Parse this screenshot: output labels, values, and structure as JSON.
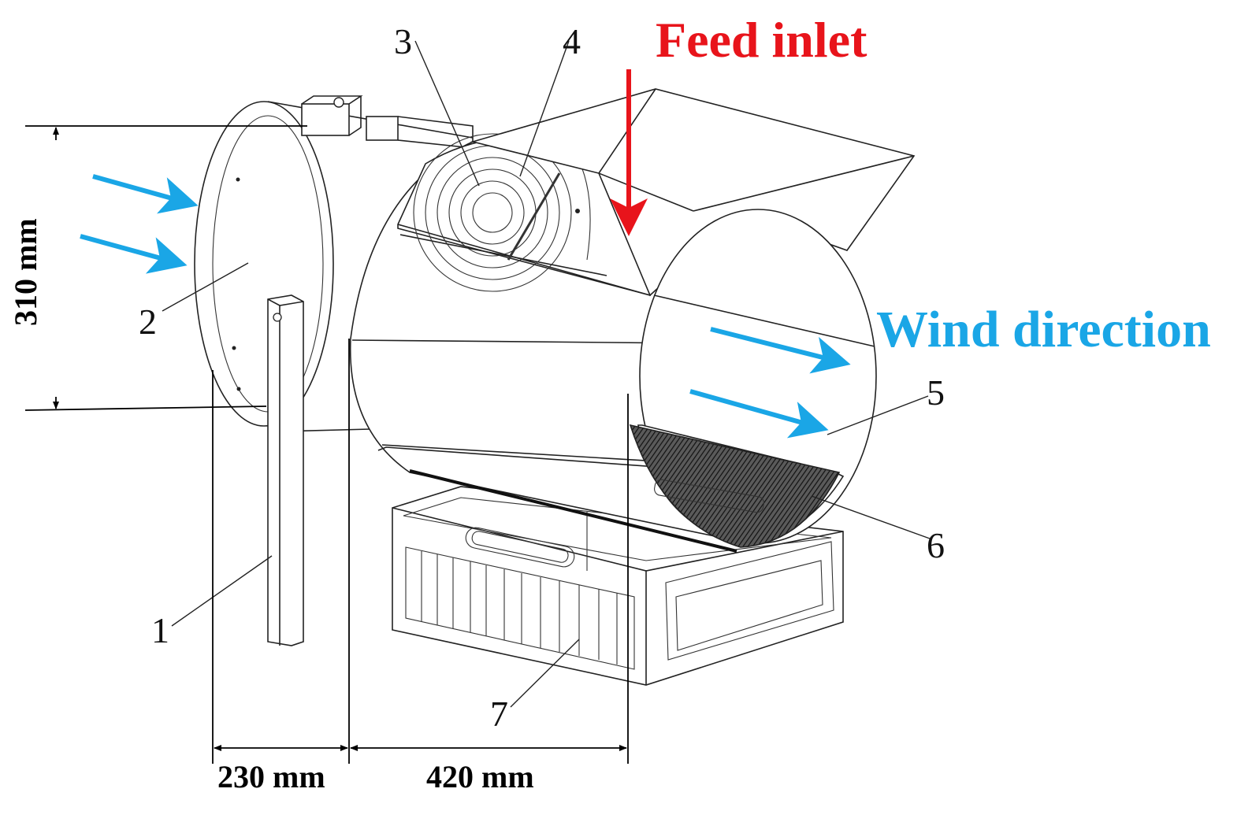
{
  "labels": {
    "feed_inlet": "Feed inlet",
    "wind_direction": "Wind direction",
    "part_1": "1",
    "part_2": "2",
    "part_3": "3",
    "part_4": "4",
    "part_5": "5",
    "part_6": "6",
    "part_7": "7"
  },
  "dimensions": {
    "height": "310 mm",
    "length_left": "230 mm",
    "length_right": "420 mm"
  },
  "colors": {
    "feed_arrow": "#e8141b",
    "wind_arrow": "#1aa6e6",
    "line": "#222222",
    "screen_hatch": "#333333"
  }
}
